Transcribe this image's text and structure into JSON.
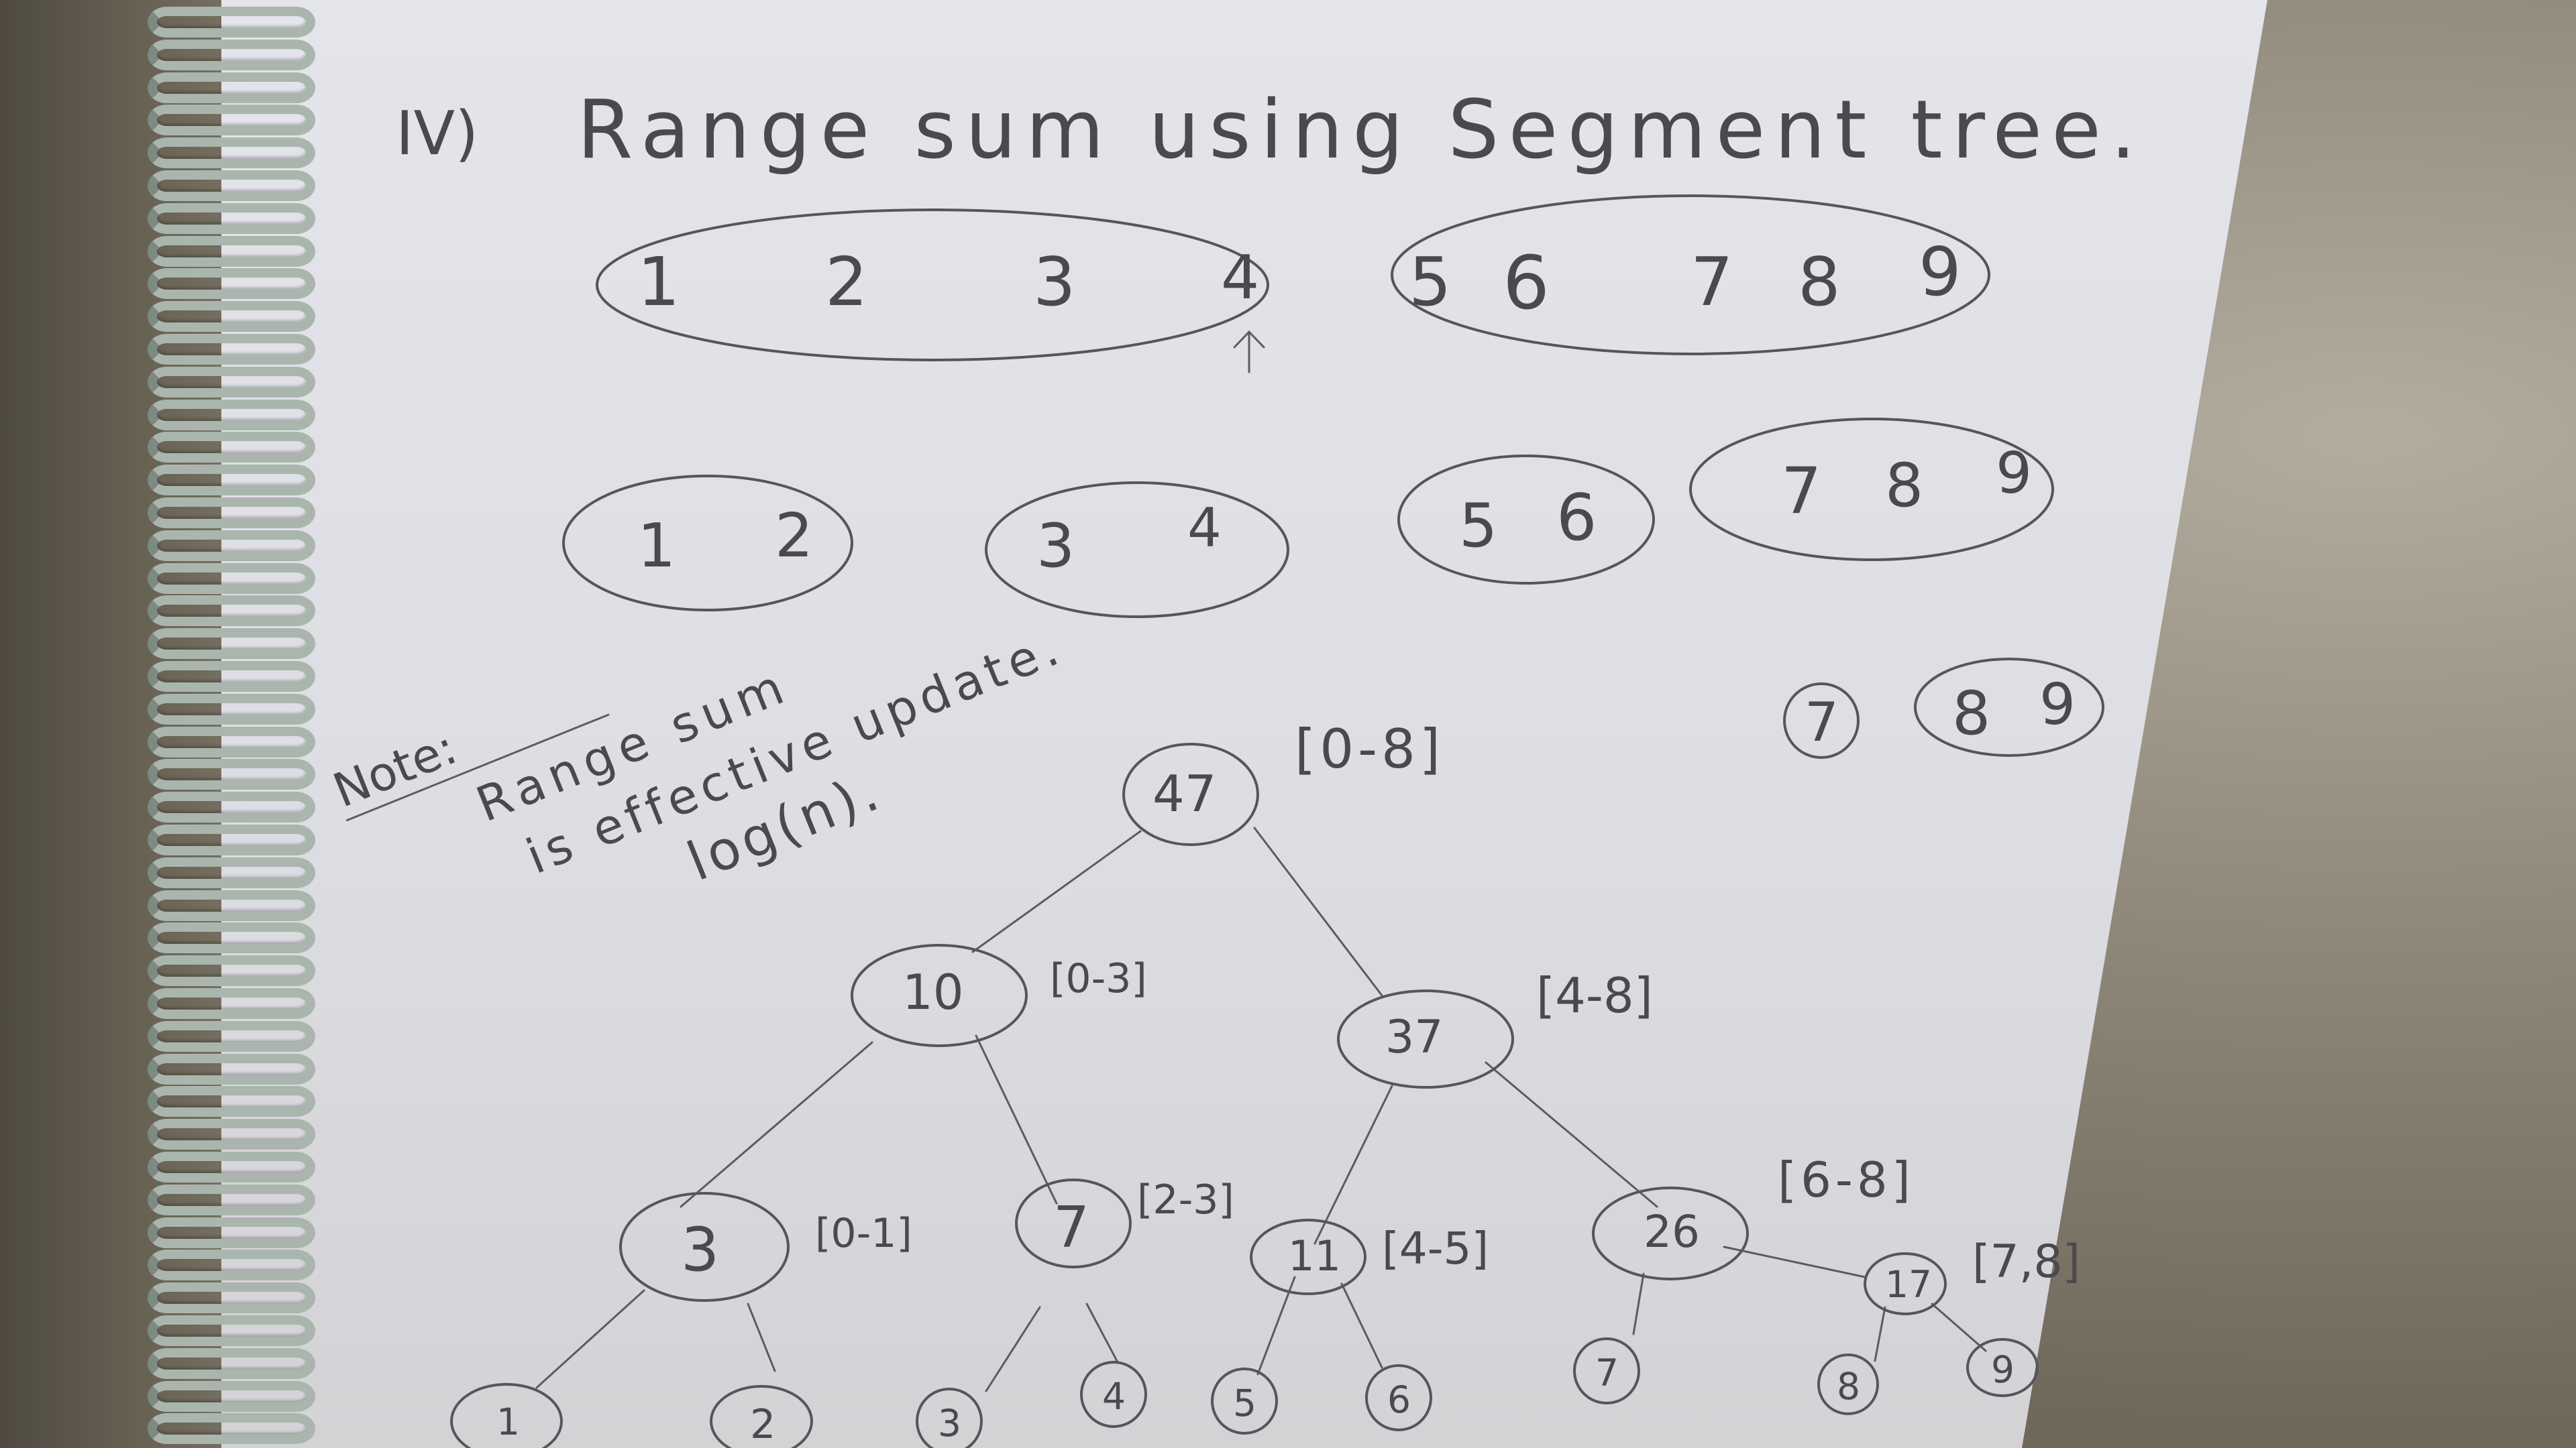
{
  "heading": {
    "number": "IV)",
    "title": "Range sum using Segment tree."
  },
  "top_groups": [
    {
      "items": [
        "1",
        "2",
        "3",
        "4"
      ]
    },
    {
      "items": [
        "5",
        "6",
        "7",
        "8",
        "9"
      ]
    }
  ],
  "second_groups": [
    {
      "items": [
        "1",
        "2"
      ]
    },
    {
      "items": [
        "3",
        "4"
      ]
    },
    {
      "items": [
        "5",
        "6"
      ]
    },
    {
      "items": [
        "7",
        "8",
        "9"
      ]
    }
  ],
  "third_groups": [
    {
      "items": [
        "7"
      ]
    },
    {
      "items": [
        "8",
        "9"
      ]
    }
  ],
  "note": {
    "label": "Note:",
    "line1": "Range sum",
    "line2": "is effective update.",
    "line3": "log(n)."
  },
  "tree": {
    "nodes": [
      {
        "id": "root",
        "value": "47",
        "range": "[0-8]"
      },
      {
        "id": "l",
        "value": "10",
        "range": "[0-3]"
      },
      {
        "id": "r",
        "value": "37",
        "range": "[4-8]"
      },
      {
        "id": "ll",
        "value": "3",
        "range": "[0-1]"
      },
      {
        "id": "lr",
        "value": "7",
        "range": "[2-3]"
      },
      {
        "id": "rl",
        "value": "11",
        "range": "[4-5]"
      },
      {
        "id": "rr",
        "value": "26",
        "range": "[6-8]"
      },
      {
        "id": "rrr",
        "value": "17",
        "range": "[7,8]"
      }
    ],
    "leaves": [
      "1",
      "2",
      "3",
      "4",
      "5",
      "6",
      "7",
      "8",
      "9"
    ]
  }
}
